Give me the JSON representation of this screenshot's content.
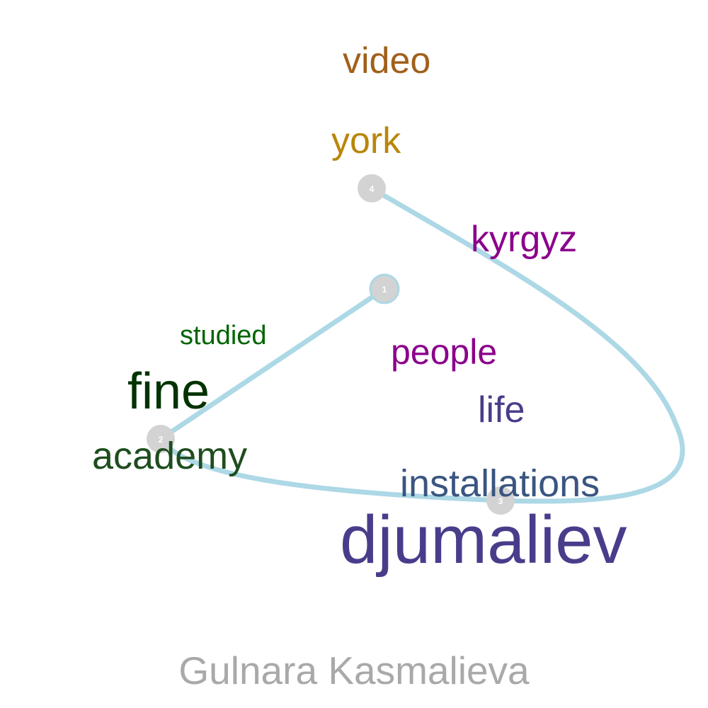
{
  "words": [
    {
      "text": "video",
      "color": "#a0601a"
    },
    {
      "text": "york",
      "color": "#b8860b"
    },
    {
      "text": "kyrgyz",
      "color": "#8b008b"
    },
    {
      "text": "studied",
      "color": "#006400"
    },
    {
      "text": "people",
      "color": "#8b008b"
    },
    {
      "text": "fine",
      "color": "#003300"
    },
    {
      "text": "life",
      "color": "#483d8b"
    },
    {
      "text": "academy",
      "color": "#1e4d1e"
    },
    {
      "text": "installations",
      "color": "#3a5580"
    },
    {
      "text": "djumaliev",
      "color": "#483d8b"
    }
  ],
  "path": {
    "color": "#add8e6",
    "nodes": [
      {
        "label": "1",
        "color": "#d3d3d3"
      },
      {
        "label": "2",
        "color": "#d3d3d3"
      },
      {
        "label": "3",
        "color": "#d3d3d3"
      },
      {
        "label": "4",
        "color": "#d3d3d3"
      }
    ]
  },
  "caption": {
    "text": "Gulnara Kasmalieva",
    "color": "#a9a9a9"
  }
}
